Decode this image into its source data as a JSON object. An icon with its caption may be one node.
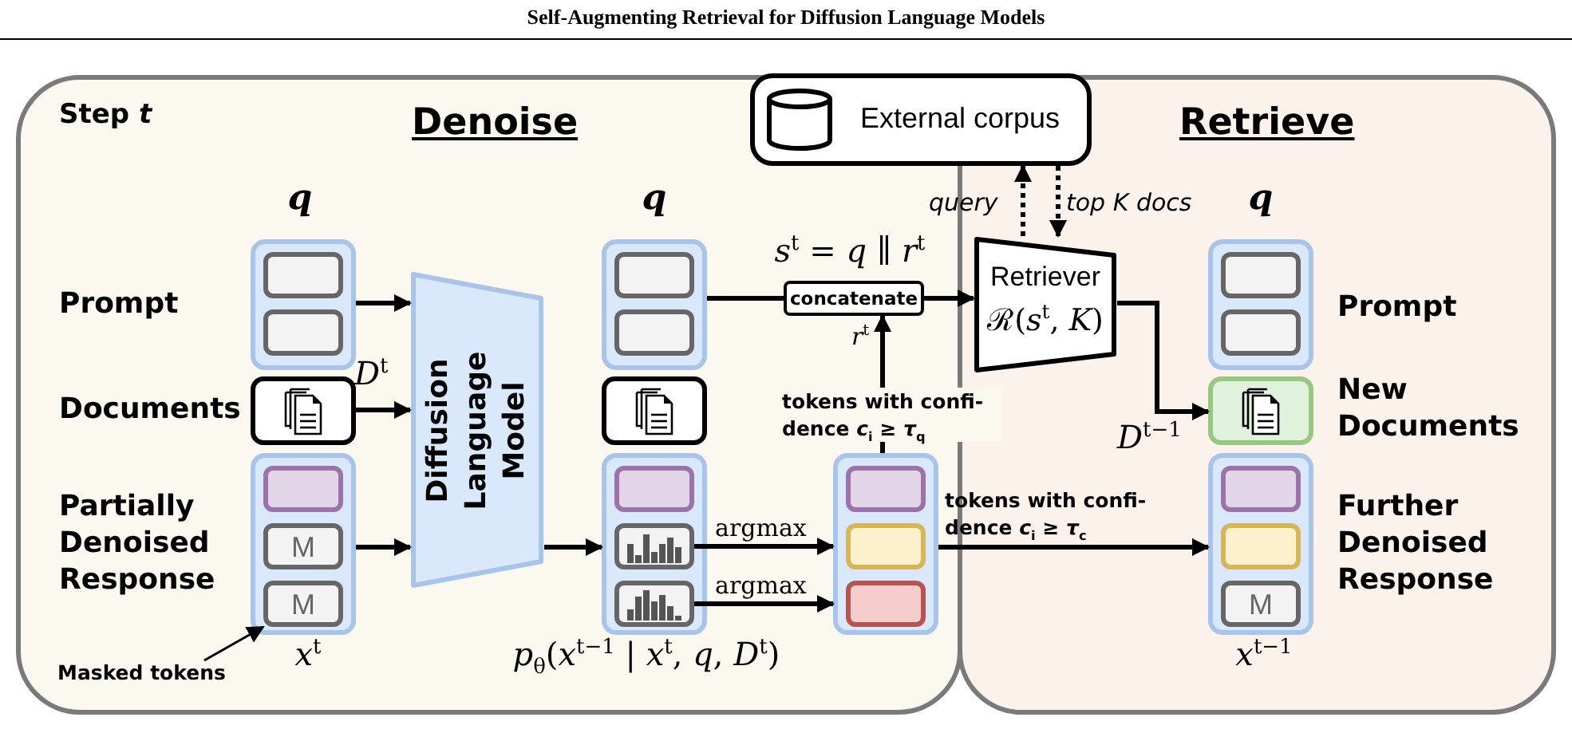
{
  "diagram": {
    "title": "Self-Augmenting Retrieval for Diffusion Language Models",
    "nodes": [
      {
        "text": [
          "Denoise"
        ]
      },
      {
        "text": [
          "Retrieve"
        ]
      },
      {
        "text": [
          "External corpus"
        ]
      },
      {
        "text": [],
        "shape": "box",
        "in": 0,
        "beside": [
          "q",
          "Prompt"
        ]
      },
      {
        "text": [],
        "shape": "box",
        "in": 3
      },
      {
        "text": [],
        "shape": "box",
        "in": 3
      },
      {
        "text": [],
        "shape": "box",
        "in": 0,
        "beside": [
          "Documents"
        ]
      },
      {
        "text": [],
        "shape": "box",
        "in": 0,
        "beside": [
          "Partially Denoised Response",
          "*x*$^{t}$"
        ]
      },
      {
        "text": [],
        "shape": "box",
        "in": 7
      },
      {
        "text": [
          "M"
        ],
        "in": 7
      },
      {
        "text": [
          "M"
        ],
        "in": 7
      },
      {
        "text": [
          "Diffusion Language Model"
        ],
        "in": 0
      },
      {
        "text": [],
        "shape": "box",
        "in": 0,
        "beside": [
          "q"
        ]
      },
      {
        "text": [],
        "shape": "box",
        "in": 12
      },
      {
        "text": [],
        "shape": "box",
        "in": 12
      },
      {
        "text": [],
        "shape": "box",
        "in": 0
      },
      {
        "text": [],
        "shape": "box",
        "in": 0,
        "beside": [
          "*p*$_{θ}$(*x*$^{t−1}$ | *x*$^{t}$, *q*, *D*$^{t}$)"
        ]
      },
      {
        "text": [],
        "shape": "box",
        "in": 16
      },
      {
        "text": [],
        "shape": "box",
        "in": 16
      },
      {
        "text": [],
        "shape": "box",
        "in": 16
      },
      {
        "text": [
          "concatenate"
        ],
        "in": 0,
        "beside": [
          "*s*$^{t}$ = *q* ∥ *r*$^{t}$",
          "*r*$^{t}$"
        ]
      },
      {
        "text": [],
        "shape": "box",
        "in": 0
      },
      {
        "text": [],
        "shape": "box",
        "in": 21
      },
      {
        "text": [],
        "shape": "box",
        "in": 21
      },
      {
        "text": [],
        "shape": "box",
        "in": 21
      },
      {
        "text": [
          "Retriever",
          "ℛ(*s*$^{t}$, *K*)"
        ],
        "in": 1
      },
      {
        "text": [],
        "shape": "box",
        "in": 1,
        "beside": [
          "q",
          "Prompt"
        ]
      },
      {
        "text": [],
        "shape": "box",
        "in": 26
      },
      {
        "text": [],
        "shape": "box",
        "in": 26
      },
      {
        "text": [],
        "shape": "box",
        "in": 1,
        "beside": [
          "New Documents"
        ]
      },
      {
        "text": [],
        "shape": "box",
        "in": 1,
        "beside": [
          "Further Denoised Response",
          "*x*$^{t−1}$"
        ]
      },
      {
        "text": [],
        "shape": "box",
        "in": 30
      },
      {
        "text": [],
        "shape": "box",
        "in": 30
      },
      {
        "text": [
          "M"
        ],
        "in": 30
      },
      {
        "text": [
          "Masked tokens"
        ],
        "in": 0
      }
    ],
    "edges": [
      {
        "from": 3,
        "to": 11,
        "arrow": "to"
      },
      {
        "from": 6,
        "to": 11,
        "arrow": "to",
        "label": "*D*$^{t}$"
      },
      {
        "from": 7,
        "to": 11,
        "arrow": "to"
      },
      {
        "from": 11,
        "to": 16,
        "arrow": "to"
      },
      {
        "from": 12,
        "to": 20,
        "arrow": "none"
      },
      {
        "from": 20,
        "to": 25,
        "arrow": "to"
      },
      {
        "from": 21,
        "to": 20,
        "arrow": "to",
        "label": "tokens with confi- dence *c*$_{i}$ ≥ *τ*$_{q}$"
      },
      {
        "from": 18,
        "to": 21,
        "arrow": "to",
        "label": "argmax"
      },
      {
        "from": 19,
        "to": 21,
        "arrow": "to",
        "label": "argmax"
      },
      {
        "from": 21,
        "to": 30,
        "arrow": "to",
        "label": "tokens with confi- dence *c*$_{i}$ ≥ *τ*$_{c}$"
      },
      {
        "from": 25,
        "to": 2,
        "arrow": "to",
        "style": "dashed",
        "label": "query"
      },
      {
        "from": 2,
        "to": 25,
        "arrow": "to",
        "style": "dashed",
        "label": "*top* K *docs*"
      },
      {
        "from": 25,
        "to": 29,
        "arrow": "to",
        "label": "*D*$^{t−1}$"
      },
      {
        "from": 34,
        "to": 10,
        "arrow": "to"
      }
    ],
    "labels": [
      "Step *t*"
    ]
  }
}
